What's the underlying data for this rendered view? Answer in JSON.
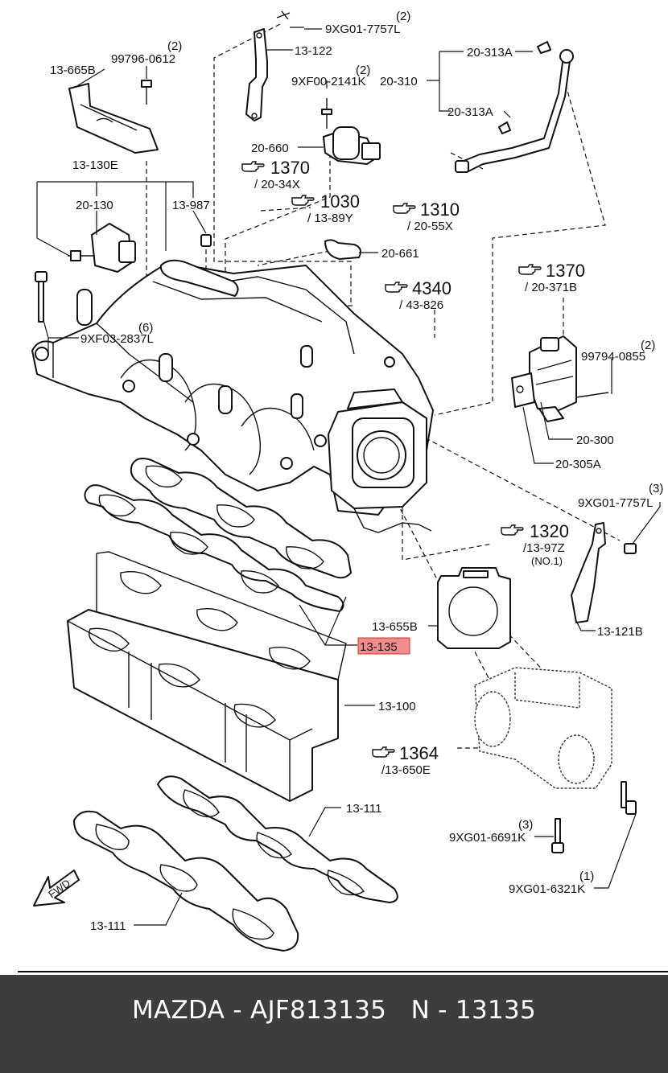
{
  "diagram": {
    "labels": {
      "l_9xg01_7757l_top": "9XG01-7757L",
      "l_qty_2_a": "(2)",
      "l_13_122": "13-122",
      "l_9xf00_2141k": "9XF00-2141K",
      "l_qty_2_b": "(2)",
      "l_20_660": "20-660",
      "l_20_313a_top": "20-313A",
      "l_20_310": "20-310",
      "l_20_313a_mid": "20-313A",
      "l_13_665b": "13-665B",
      "l_99796_0612": "99796-0612",
      "l_qty_2_c": "(2)",
      "l_13_130e": "13-130E",
      "l_20_130": "20-130",
      "l_13_987": "13-987",
      "l_20_661": "20-661",
      "l_9xf03_2837l": "9XF03-2837L",
      "l_qty_6": "(6)",
      "l_99794_0855": "99794-0855",
      "l_qty_2_d": "(2)",
      "l_20_300": "20-300",
      "l_20_305a": "20-305A",
      "l_9xg01_7757l_right": "9XG01-7757L",
      "l_qty_3_a": "(3)",
      "l_13_655b": "13-655B",
      "l_13_135": "13-135",
      "l_13_121b": "13-121B",
      "l_13_100": "13-100",
      "l_13_111_upper": "13-111",
      "l_13_111_lower": "13-111",
      "l_9xg01_6691k": "9XG01-6691K",
      "l_qty_3_b": "(3)",
      "l_9xg01_6321k": "9XG01-6321K",
      "l_qty_1": "(1)",
      "l_fwd": "FWD"
    },
    "references": {
      "r1370a_num": "1370",
      "r1370a_sub": "/ 20-34X",
      "r1030_num": "1030",
      "r1030_sub": "/ 13-89Y",
      "r1310_num": "1310",
      "r1310_sub": "/ 20-55X",
      "r4340_num": "4340",
      "r4340_sub": "/ 43-826",
      "r1370b_num": "1370",
      "r1370b_sub": "/ 20-371B",
      "r1320_num": "1320",
      "r1320_sub": "/13-97Z",
      "r1320_note": "(NO.1)",
      "r1364_num": "1364",
      "r1364_sub": "/13-650E"
    },
    "highlight_color": "#f28b8b",
    "highlighted_part": "13-135"
  },
  "footer": {
    "text": "MAZDA - AJF813135   N - 13135",
    "background": "#3d3d3d",
    "color": "#ffffff"
  }
}
